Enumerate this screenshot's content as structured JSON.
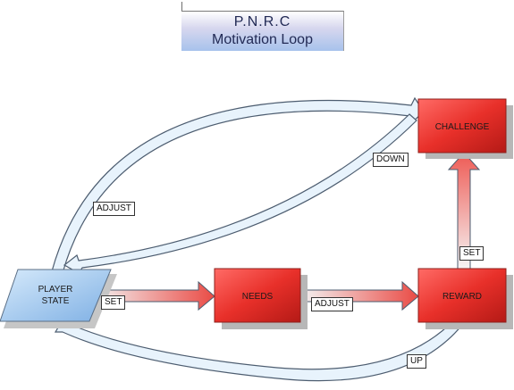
{
  "title": {
    "line1": "P.N.R.C",
    "line2": "Motivation Loop"
  },
  "nodes": {
    "player_state": {
      "line1": "PLAYER",
      "line2": "STATE"
    },
    "needs": "NEEDS",
    "reward": "REWARD",
    "challenge": "CHALLENGE"
  },
  "edge_labels": {
    "set_player_needs": "SET",
    "adjust_needs_reward": "ADJUST",
    "set_reward_challenge": "SET",
    "down": "DOWN",
    "adjust_challenge_player": "ADJUST",
    "up": "UP"
  },
  "colors": {
    "node_red": "#e8302a",
    "node_blue": "#a8ccef",
    "arrow_outline": "#4d5d70",
    "arrow_fill_light": "#e8f3fc"
  }
}
